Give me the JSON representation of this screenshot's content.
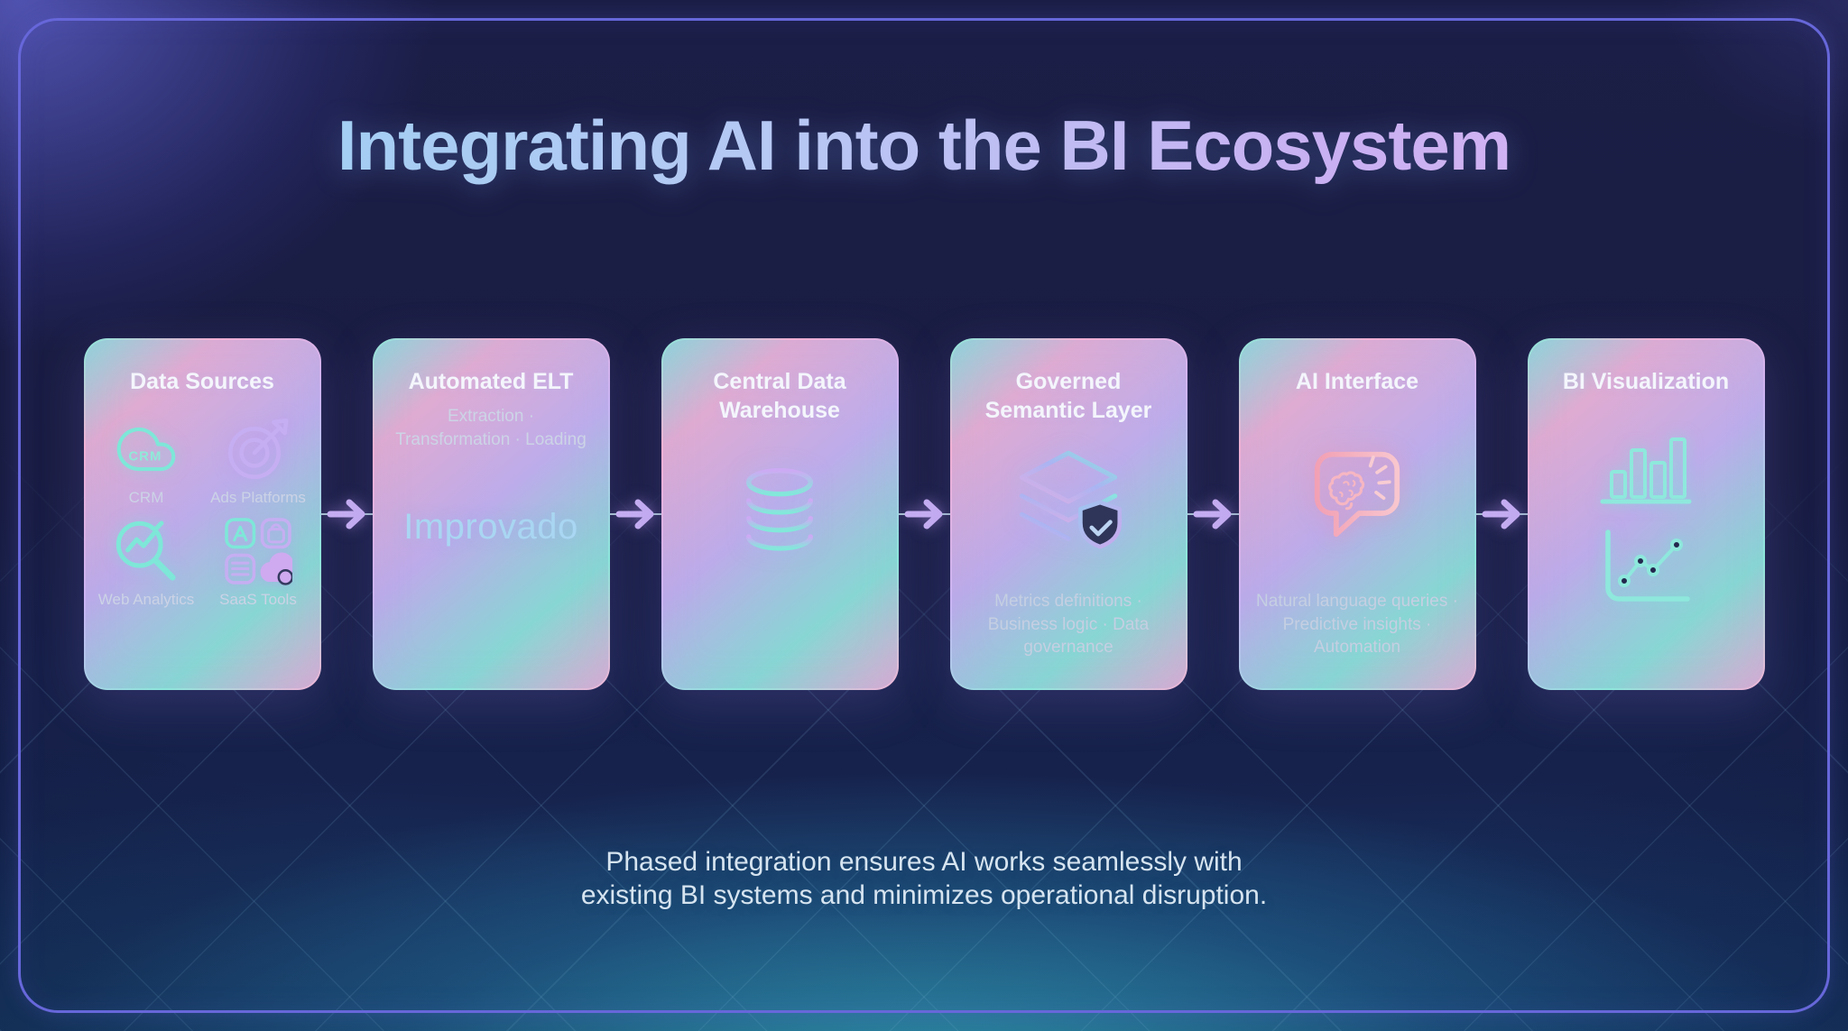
{
  "title": "Integrating AI into the BI Ecosystem",
  "footer": {
    "line1": "Phased integration ensures AI works seamlessly with",
    "line2": "existing BI systems and minimizes operational disruption."
  },
  "colors": {
    "background": "#1a1d42",
    "frame_border": "#6767da",
    "accent_teal": "#7ee7d8",
    "accent_purple": "#c6aef2",
    "accent_pink": "#f2a6b6",
    "title_gradient_start": "#96d2f2",
    "title_gradient_end": "#dcb8f4"
  },
  "cards": [
    {
      "title": "Data Sources",
      "items": [
        {
          "label": "CRM",
          "icon": "crm-cloud-icon",
          "icon_text": "CRM"
        },
        {
          "label": "Ads Platforms",
          "icon": "ads-target-icon"
        },
        {
          "label": "Web Analytics",
          "icon": "web-analytics-magnifier-icon"
        },
        {
          "label": "SaaS Tools",
          "icon": "saas-apps-grid-icon"
        }
      ]
    },
    {
      "title": "Automated ELT",
      "subtitle": "Extraction · Transformation · Loading",
      "logo": "Improvado"
    },
    {
      "title": "Central Data Warehouse",
      "icon": "database-icon"
    },
    {
      "title": "Governed Semantic Layer",
      "icon": "layers-shield-icon",
      "caption": "Metrics definitions · Business logic · Data governance"
    },
    {
      "title": "AI Interface",
      "icon": "chat-brain-icon",
      "caption": "Natural language queries · Predictive insights · Automation"
    },
    {
      "title": "BI Visualization",
      "icons": [
        "bar-chart-icon",
        "line-chart-icon"
      ]
    }
  ]
}
